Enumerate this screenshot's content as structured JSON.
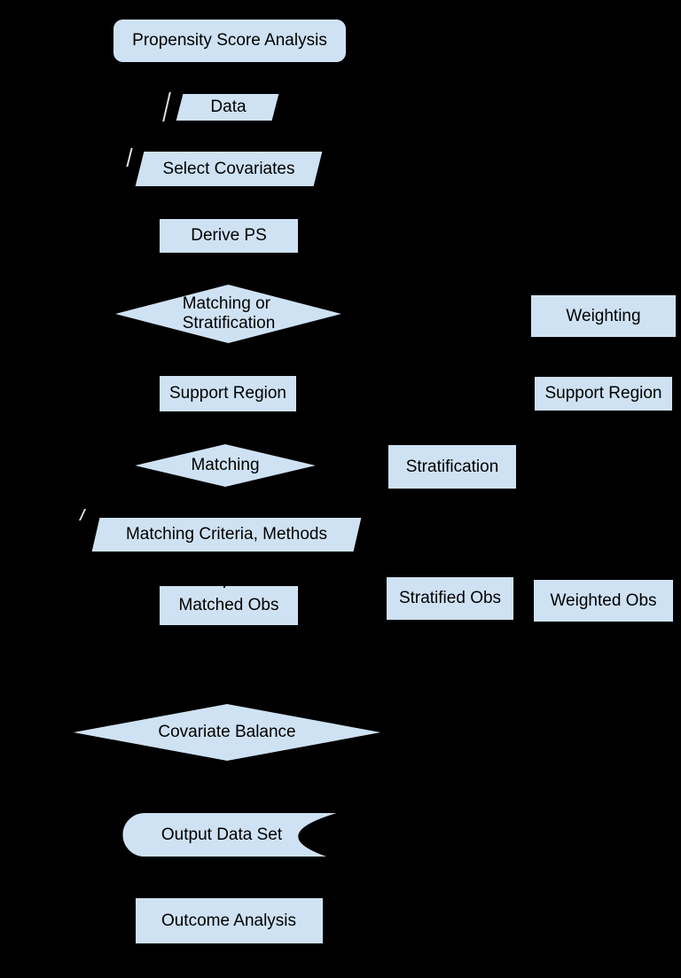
{
  "diagram": {
    "title": "Propensity Score Analysis flowchart",
    "colors": {
      "node_fill": "#cfe2f3",
      "node_border": "#000000",
      "text": "#000000",
      "background": "#000000"
    },
    "nodes": {
      "psa": {
        "label": "Propensity Score Analysis",
        "shape": "rounded-rectangle"
      },
      "data": {
        "label": "Data",
        "shape": "parallelogram"
      },
      "select_covariates": {
        "label": "Select Covariates",
        "shape": "parallelogram"
      },
      "derive_ps": {
        "label": "Derive PS",
        "shape": "rectangle"
      },
      "matching_or_stratification": {
        "line1": "Matching or",
        "line2": "Stratification",
        "shape": "diamond"
      },
      "weighting": {
        "label": "Weighting",
        "shape": "rectangle"
      },
      "support_region_left": {
        "label": "Support Region",
        "shape": "rectangle"
      },
      "support_region_right": {
        "label": "Support Region",
        "shape": "rectangle"
      },
      "matching": {
        "label": "Matching",
        "shape": "diamond"
      },
      "stratification": {
        "label": "Stratification",
        "shape": "rectangle"
      },
      "matching_criteria": {
        "label": "Matching Criteria, Methods",
        "shape": "parallelogram"
      },
      "matched_obs": {
        "label": "Matched Obs",
        "shape": "rectangle"
      },
      "stratified_obs": {
        "label": "Stratified Obs",
        "shape": "rectangle"
      },
      "weighted_obs": {
        "label": "Weighted Obs",
        "shape": "rectangle"
      },
      "covariate_balance": {
        "label": "Covariate Balance",
        "shape": "diamond"
      },
      "output_data_set": {
        "label": "Output Data Set",
        "shape": "stored-data"
      },
      "outcome_analysis": {
        "label": "Outcome Analysis",
        "shape": "rectangle"
      }
    }
  }
}
